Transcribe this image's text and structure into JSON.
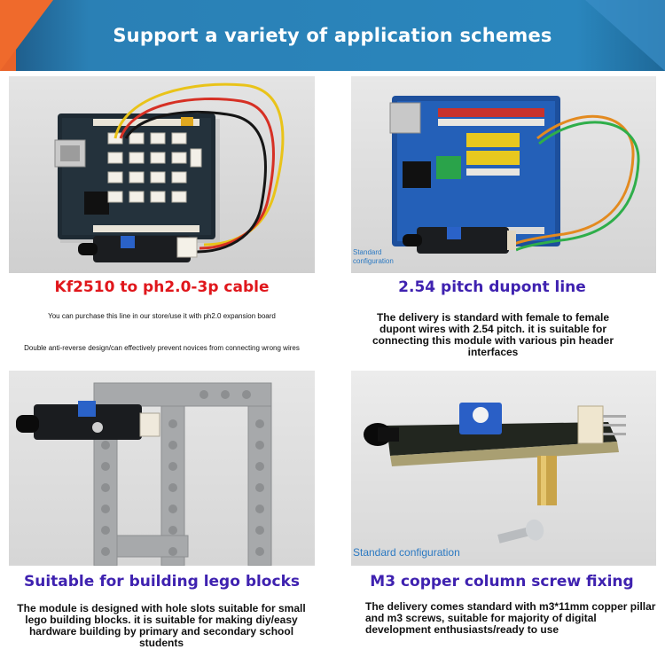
{
  "banner": {
    "title": "Support a variety of application schemes"
  },
  "panels": [
    {
      "caption": "Kf2510 to ph2.0-3p cable",
      "notes": [
        "You can purchase this line in our store/use it with ph2.0 expansion board",
        "Double anti-reverse design/can effectively prevent novices from connecting wrong wires"
      ]
    },
    {
      "caption": "2.54 pitch dupont line",
      "tag": "Standard configuration",
      "description": "The delivery is standard with female to female dupont wires with 2.54 pitch. it is suitable for connecting this module with various pin header interfaces"
    },
    {
      "caption": "Suitable for building lego blocks",
      "description": "The module is designed with hole slots suitable for small lego building blocks. it is suitable for making diy/easy hardware building by primary and secondary school students"
    },
    {
      "caption": "M3 copper column screw fixing",
      "tag": "Standard configuration",
      "description": "The delivery comes standard with m3*11mm copper pillar and m3 screws, suitable for majority of digital development enthusiasts/ready to use"
    }
  ],
  "colors": {
    "banner_blue": "#2a86bd",
    "banner_orange": "#e8632a",
    "caption_red": "#e0171c",
    "caption_purple": "#3f22b0",
    "tag_blue": "#2b79c2"
  }
}
